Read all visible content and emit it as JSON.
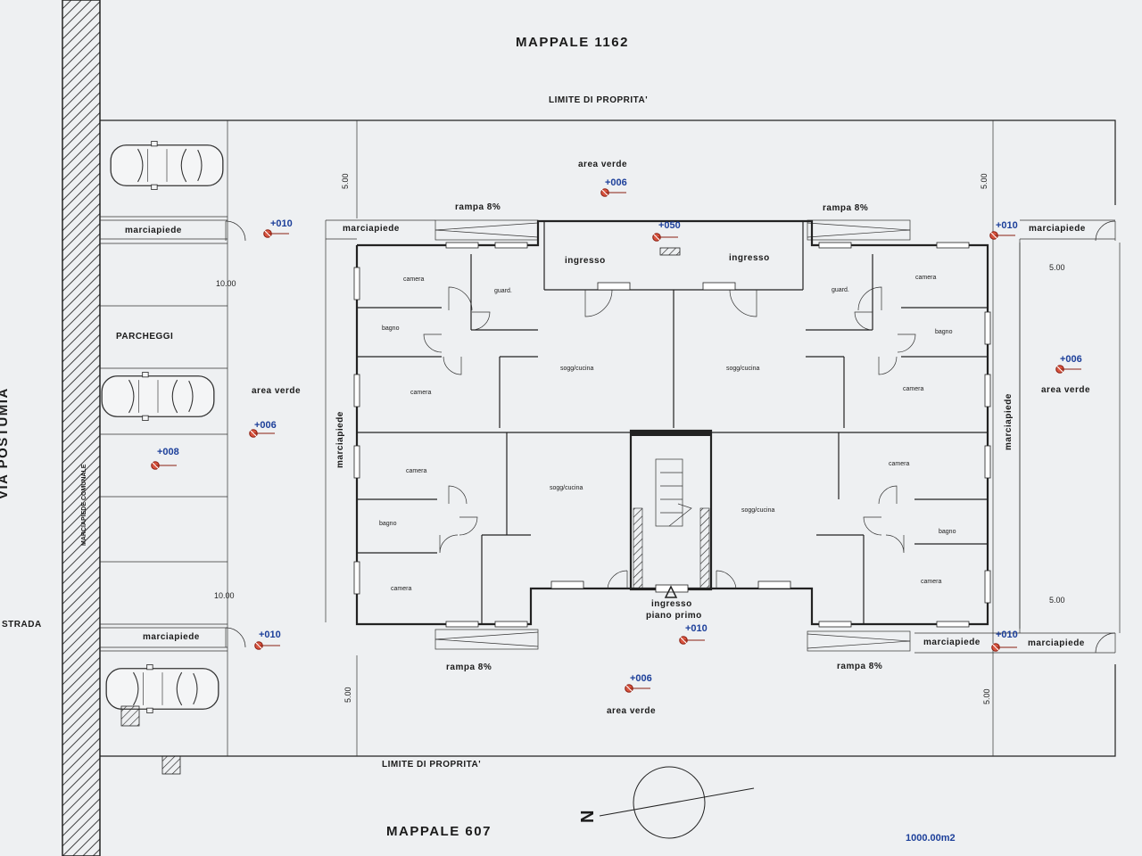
{
  "neighbors": {
    "north": "MAPPALE 1162",
    "south": "MAPPALE 607"
  },
  "boundary": {
    "top": "LIMITE DI PROPRITA'",
    "bottom": "LIMITE DI PROPRITA'"
  },
  "street": {
    "name": "VIA POSTUMIA",
    "label": "STRADA",
    "sidewalk_note": "MARCIAPIEDE COMUNALE"
  },
  "parking": {
    "label": "PARCHEGGI",
    "level": "+008"
  },
  "areas": {
    "green_top": "area verde",
    "green_top_level": "+006",
    "green_bottom": "area verde",
    "green_bottom_level": "+006",
    "green_left": "area verde",
    "green_left_level": "+006",
    "green_right": "area verde",
    "green_right_level": "+006"
  },
  "sidewalks": {
    "top_left_outer": "marciapiede",
    "top_left_outer_level": "+010",
    "top_left_inner": "marciapiede",
    "top_right_outer": "marciapiede",
    "top_right_level": "+010",
    "bottom_left_outer": "marciapiede",
    "bottom_left_level": "+010",
    "bottom_right_inner": "marciapiede",
    "bottom_right_level": "+010",
    "bottom_right_outer": "marciapiede",
    "side_left": "marciapiede",
    "side_right": "marciapiede"
  },
  "ramps": {
    "tl": "rampa 8%",
    "tr": "rampa 8%",
    "bl": "rampa 8%",
    "br": "rampa 8%"
  },
  "entrances": {
    "left": "ingresso",
    "right": "ingresso",
    "top_level": "+050",
    "first_floor_1": "ingresso",
    "first_floor_2": "piano primo",
    "first_floor_level": "+010"
  },
  "rooms": {
    "tl_camera1": "camera",
    "tl_guard": "guard.",
    "tl_bagno": "bagno",
    "tl_camera2": "camera",
    "tl_sogg": "sogg/cucina",
    "tr_camera1": "camera",
    "tr_guard": "guard.",
    "tr_bagno": "bagno",
    "tr_camera2": "camera",
    "tr_sogg": "sogg/cucina",
    "bl_camera1": "camera",
    "bl_bagno": "bagno",
    "bl_camera2": "camera",
    "bl_sogg": "sogg/cucina",
    "br_camera1": "camera",
    "br_bagno": "bagno",
    "br_camera2": "camera",
    "br_sogg": "sogg/cucina"
  },
  "dimensions": {
    "top_left": "5.00",
    "top_right": "5.00",
    "bottom_left": "5.00",
    "bottom_right": "5.00",
    "parking_top": "10.00",
    "parking_bottom": "10.00",
    "right_top": "5.00",
    "right_bottom": "5.00"
  },
  "north_label": "N",
  "area_total": "1000.00m2",
  "colors": {
    "ink": "#1b1b1b",
    "level": "#1c3f9a",
    "marker": "#c0392b",
    "paper": "#eef0f2"
  }
}
